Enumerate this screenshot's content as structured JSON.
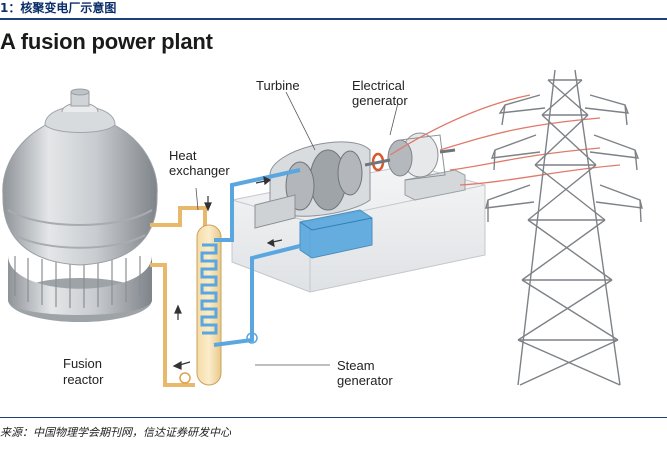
{
  "caption": "1：核聚变电厂示意图",
  "title": "A fusion power plant",
  "labels": {
    "turbine": "Turbine",
    "generator_line1": "Electrical",
    "generator_line2": "generator",
    "heat_exchanger_line1": "Heat",
    "heat_exchanger_line2": "exchanger",
    "reactor_line1": "Fusion",
    "reactor_line2": "reactor",
    "steam_line1": "Steam",
    "steam_line2": "generator"
  },
  "source": "来源：中国物理学会期刊网，信达证券研发中心",
  "colors": {
    "caption_text": "#0b2f6b",
    "hot_loop": "#e8b96a",
    "cold_loop": "#5aa7e0",
    "power_line": "#e07a6a",
    "metal": "#b9bcc0"
  }
}
